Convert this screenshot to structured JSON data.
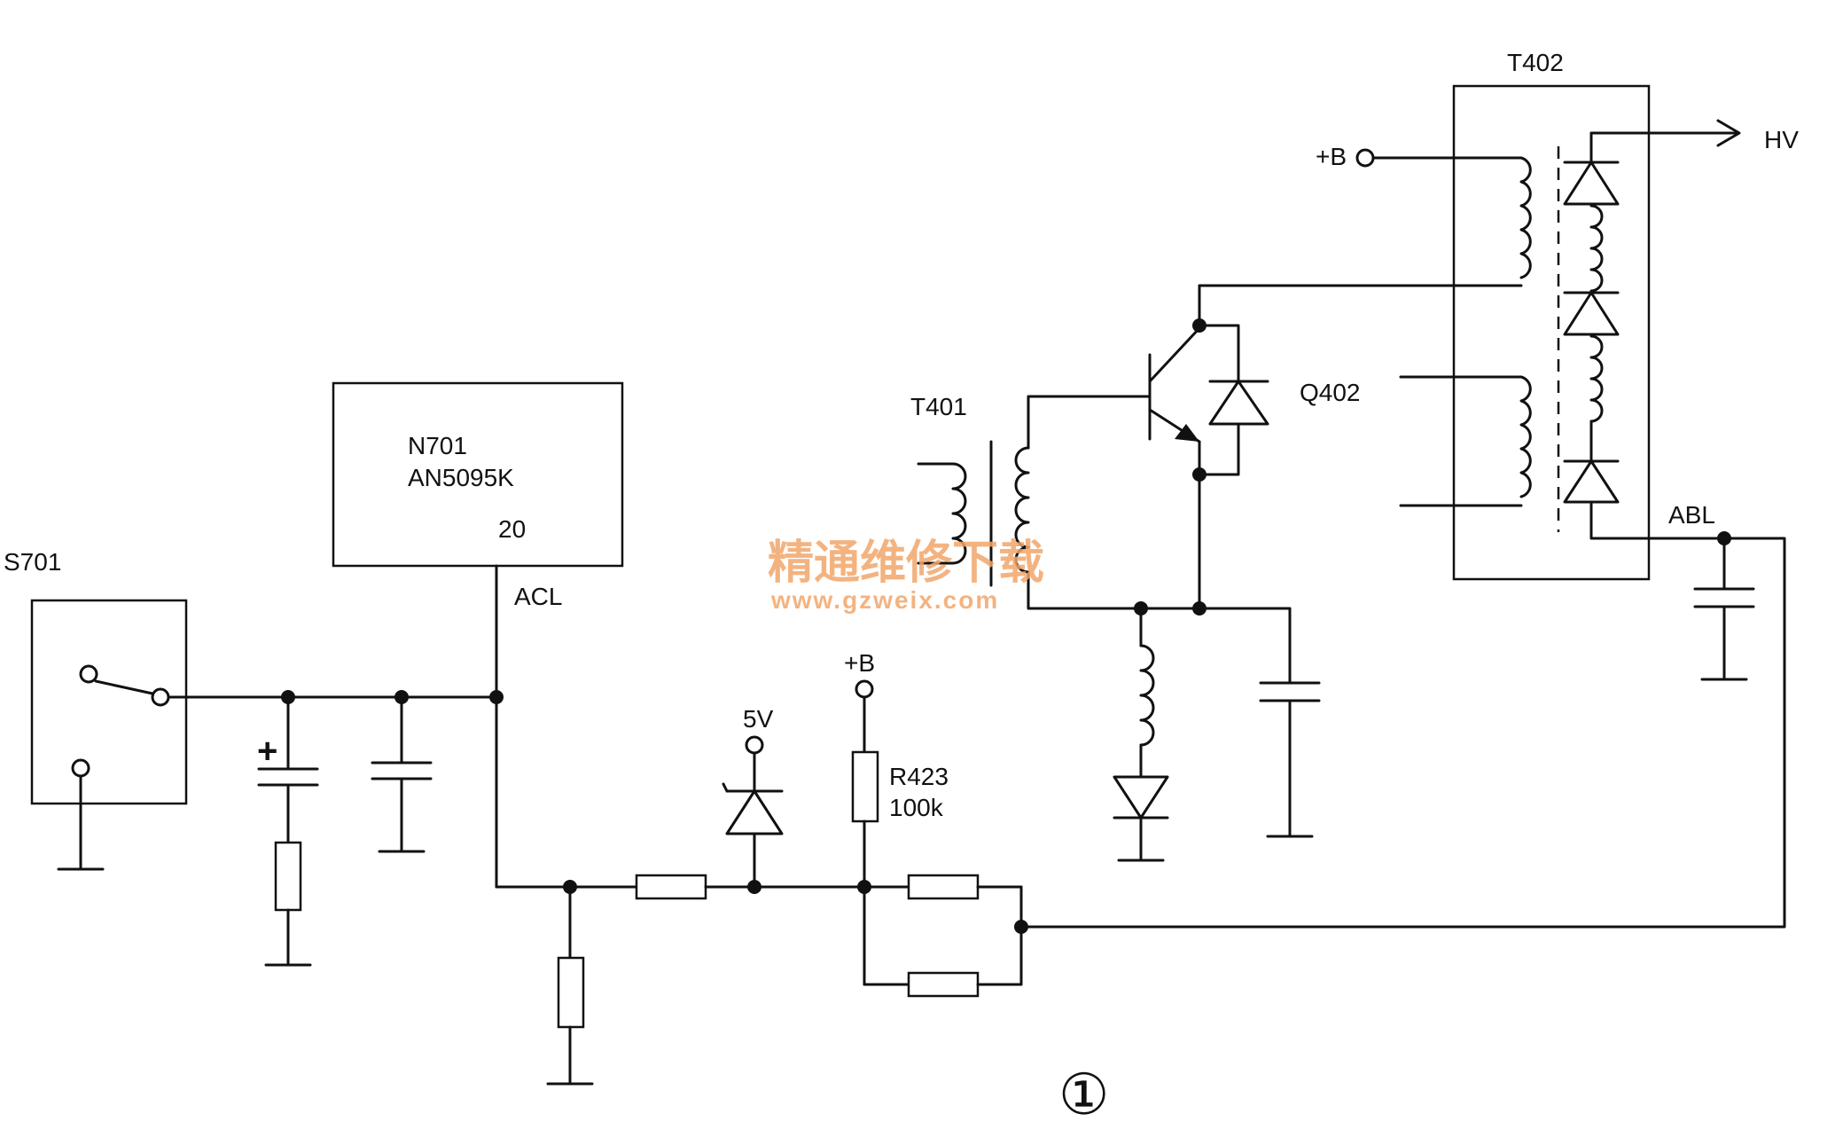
{
  "labels": {
    "t402": "T402",
    "hv": "HV",
    "plus_b_top": "+B",
    "q402": "Q402",
    "t401": "T401",
    "n701": "N701",
    "an5095k": "AN5095K",
    "pin20": "20",
    "acl": "ACL",
    "s701": "S701",
    "abl": "ABL",
    "plus_b_mid": "+B",
    "five_v": "5V",
    "r423": "R423",
    "r423_value": "100k",
    "cap_plus": "+",
    "figure_number": "①"
  },
  "watermark": {
    "line1": "精通维修下载",
    "line2": "www.gzweix.com",
    "color": "#f2a66b"
  }
}
